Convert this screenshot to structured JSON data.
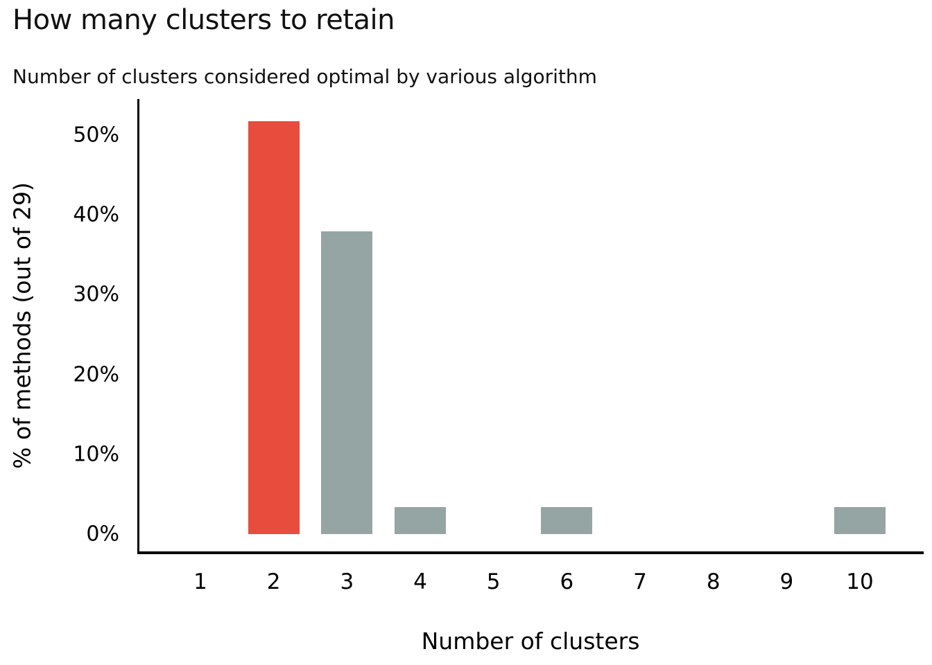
{
  "chart_data": {
    "type": "bar",
    "title": "How many clusters to retain",
    "subtitle": "Number of clusters considered optimal by various algorithm",
    "xlabel": "Number of clusters",
    "ylabel": "% of methods (out of 29)",
    "categories": [
      "1",
      "2",
      "3",
      "4",
      "5",
      "6",
      "7",
      "8",
      "9",
      "10"
    ],
    "values": [
      0,
      51.7,
      37.9,
      3.4,
      0,
      3.4,
      0,
      0,
      0,
      3.4
    ],
    "highlighted_category": "2",
    "yticks": [
      {
        "value": 0,
        "label": "0%"
      },
      {
        "value": 10,
        "label": "10%"
      },
      {
        "value": 20,
        "label": "20%"
      },
      {
        "value": 30,
        "label": "30%"
      },
      {
        "value": 40,
        "label": "40%"
      },
      {
        "value": 50,
        "label": "50%"
      }
    ],
    "ylim": [
      0,
      54.5
    ],
    "grid": false,
    "legend": null,
    "colors": {
      "highlight": "#e84c3d",
      "default": "#95a5a3",
      "axis": "#000000",
      "text": "#000000",
      "background": "#ffffff"
    }
  }
}
